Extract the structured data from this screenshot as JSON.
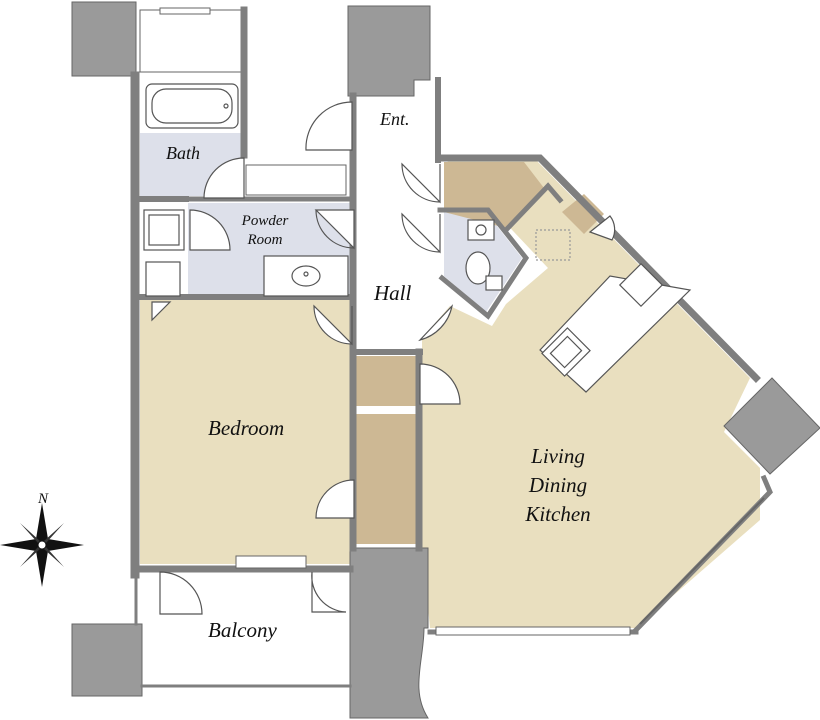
{
  "rooms": {
    "entrance": "Ent.",
    "bath": "Bath",
    "powder_room": [
      "Powder",
      "Room"
    ],
    "hall": "Hall",
    "bedroom": "Bedroom",
    "ldk": [
      "Living",
      "Dining",
      "Kitchen"
    ],
    "balcony": "Balcony"
  },
  "compass": {
    "north_label": "N"
  },
  "colors": {
    "wall": "#7f7f7f",
    "pillar": "#9a9a9a",
    "room_beige": "#e9dfbf",
    "wet_area_blue": "#dde0ea",
    "storage_brown": "#cdb894",
    "background": "#ffffff"
  }
}
